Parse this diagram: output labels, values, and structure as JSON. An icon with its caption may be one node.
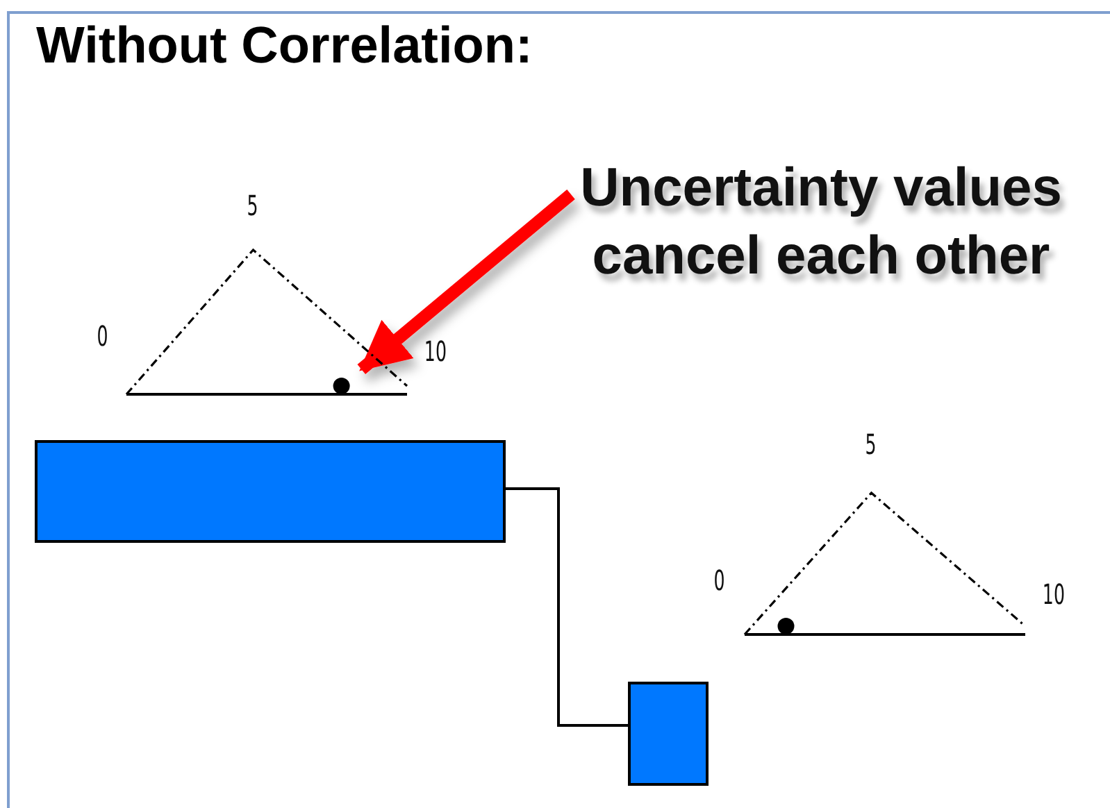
{
  "diagram": {
    "title": "Without Correlation:",
    "nodes": [
      {
        "text": [
          "Uncertainty values cancel each other"
        ]
      },
      {
        "text": [],
        "shape": "triangle",
        "beside": [
          "0",
          "5",
          "10"
        ]
      },
      {
        "text": [],
        "shape": "triangle",
        "beside": [
          "0",
          "5",
          "10"
        ]
      },
      {
        "text": [],
        "shape": "bar"
      },
      {
        "text": [],
        "shape": "box"
      }
    ],
    "edges": [
      {
        "from": 0,
        "to": 1,
        "arrow": "to"
      },
      {
        "from": 0,
        "to": 2,
        "arrow": "to"
      },
      {
        "from": 3,
        "to": 4,
        "arrow": "none",
        "color": "#000000"
      }
    ]
  }
}
